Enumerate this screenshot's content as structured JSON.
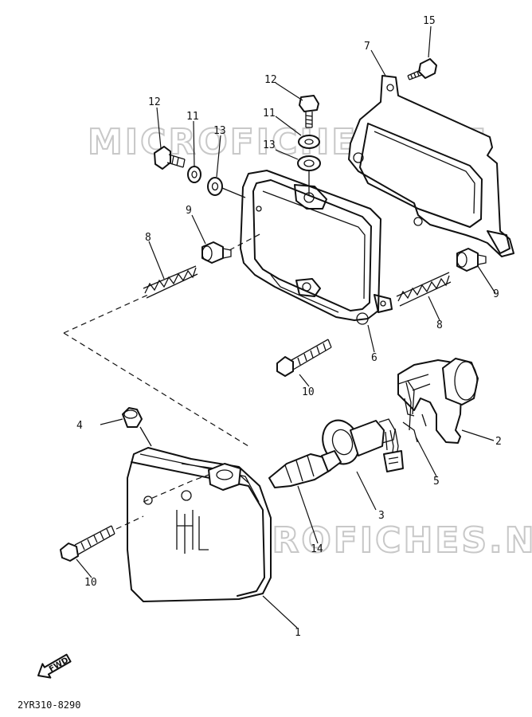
{
  "watermarks": [
    "MICROFICHES.NET",
    "MICROFICHES.NET"
  ],
  "diagram_code": "2YR310-8290",
  "fwd_label": "FWD",
  "callouts": [
    {
      "id": "c15",
      "label": "15"
    },
    {
      "id": "c7",
      "label": "7"
    },
    {
      "id": "c12a",
      "label": "12"
    },
    {
      "id": "c12b",
      "label": "12"
    },
    {
      "id": "c11a",
      "label": "11"
    },
    {
      "id": "c11b",
      "label": "11"
    },
    {
      "id": "c13a",
      "label": "13"
    },
    {
      "id": "c13b",
      "label": "13"
    },
    {
      "id": "c9a",
      "label": "9"
    },
    {
      "id": "c9b",
      "label": "9"
    },
    {
      "id": "c8a",
      "label": "8"
    },
    {
      "id": "c8b",
      "label": "8"
    },
    {
      "id": "c6",
      "label": "6"
    },
    {
      "id": "c10a",
      "label": "10"
    },
    {
      "id": "c10b",
      "label": "10"
    },
    {
      "id": "c2",
      "label": "2"
    },
    {
      "id": "c5",
      "label": "5"
    },
    {
      "id": "c4",
      "label": "4"
    },
    {
      "id": "c3",
      "label": "3"
    },
    {
      "id": "c14",
      "label": "14"
    },
    {
      "id": "c1",
      "label": "1"
    }
  ]
}
